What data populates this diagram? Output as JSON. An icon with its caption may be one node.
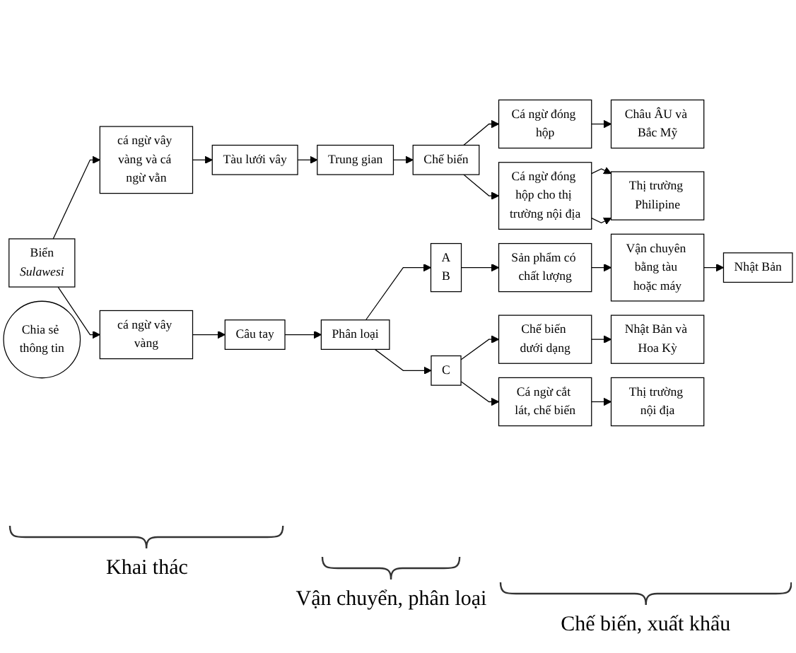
{
  "diagram": {
    "nodes": [
      {
        "text": [
          "Biển",
          "Sulawesi"
        ]
      },
      {
        "text": [
          "cá ngừ vây vàng và cá ngừ vằn"
        ]
      },
      {
        "text": [
          "Tàu lưới vây"
        ]
      },
      {
        "text": [
          "Trung gian"
        ]
      },
      {
        "text": [
          "Chế biến"
        ]
      },
      {
        "text": [
          "Cá ngừ đóng hộp"
        ]
      },
      {
        "text": [
          "Châu ÂU và Bắc Mỹ"
        ]
      },
      {
        "text": [
          "Chia sẻ thông tin"
        ]
      },
      {
        "text": [
          "Thị trường Philipine"
        ]
      },
      {
        "text": [
          "Cá ngừ đóng hộp cho thị trường nội địa"
        ]
      },
      {
        "text": [
          "cá ngừ vây vàng"
        ]
      },
      {
        "text": [
          "Câu tay"
        ]
      },
      {
        "text": [
          "Phân loại"
        ]
      },
      {
        "text": [
          "A",
          "B"
        ]
      },
      {
        "text": [
          "Sản phẩm có chất lượng"
        ]
      },
      {
        "text": [
          "Vận chuyên bằng tàu hoặc máy"
        ]
      },
      {
        "text": [
          "Nhật Bản"
        ]
      },
      {
        "text": [
          "C"
        ]
      },
      {
        "text": [
          "Chế biến dưới dạng"
        ]
      },
      {
        "text": [
          "Nhật Bản và Hoa Kỳ"
        ]
      },
      {
        "text": [
          "Cá ngừ cắt lát, chế biến"
        ]
      },
      {
        "text": [
          "Thị trường nội địa"
        ]
      }
    ],
    "edges": [
      {
        "from": 0,
        "to": 1,
        "arrow": "to"
      },
      {
        "from": 1,
        "to": 2,
        "arrow": "to"
      },
      {
        "from": 2,
        "to": 3,
        "arrow": "to"
      },
      {
        "from": 3,
        "to": 4,
        "arrow": "to"
      },
      {
        "from": 4,
        "to": 5,
        "arrow": "to"
      },
      {
        "from": 5,
        "to": 6,
        "arrow": "to"
      },
      {
        "from": 4,
        "to": 9,
        "arrow": "to"
      },
      {
        "from": 9,
        "to": 8,
        "arrow": "to"
      },
      {
        "from": 9,
        "to": 8,
        "arrow": "to"
      },
      {
        "from": 0,
        "to": 10,
        "arrow": "to"
      },
      {
        "from": 10,
        "to": 11,
        "arrow": "to"
      },
      {
        "from": 11,
        "to": 12,
        "arrow": "to"
      },
      {
        "from": 12,
        "to": 13,
        "arrow": "to"
      },
      {
        "from": 12,
        "to": 17,
        "arrow": "to"
      },
      {
        "from": 13,
        "to": 14,
        "arrow": "to"
      },
      {
        "from": 14,
        "to": 15,
        "arrow": "to"
      },
      {
        "from": 15,
        "to": 16,
        "arrow": "to"
      },
      {
        "from": 17,
        "to": 18,
        "arrow": "to"
      },
      {
        "from": 18,
        "to": 19,
        "arrow": "to"
      },
      {
        "from": 17,
        "to": 20,
        "arrow": "to"
      },
      {
        "from": 20,
        "to": 21,
        "arrow": "to"
      }
    ],
    "labels": [
      "Khai thác",
      "Vận chuyển, phân loại",
      "Chế biến, xuất khẩu"
    ]
  }
}
